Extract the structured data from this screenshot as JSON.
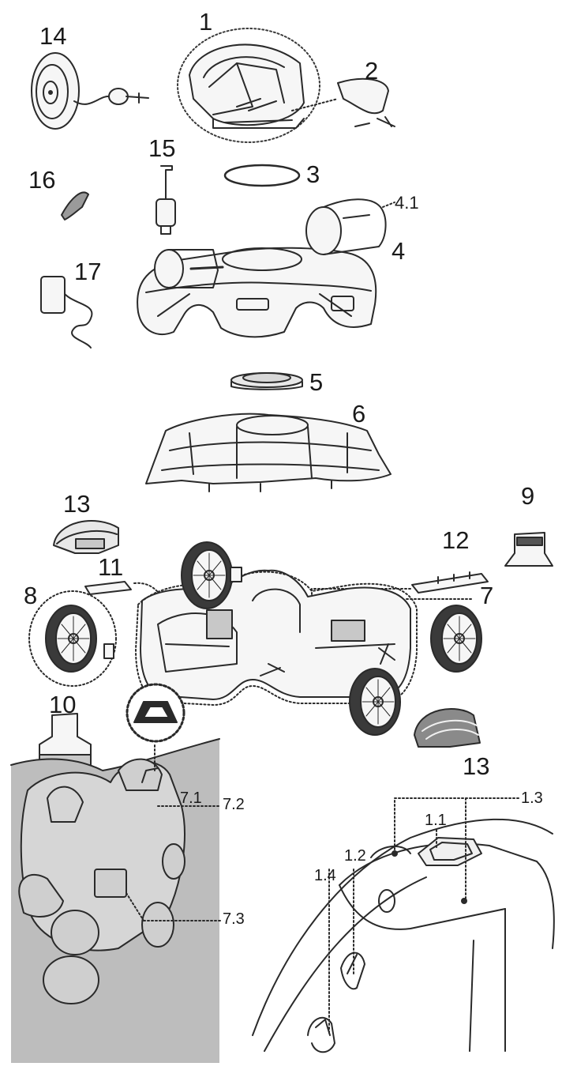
{
  "labels": {
    "p1": "1",
    "p2": "2",
    "p3": "3",
    "p4": "4",
    "p4_1": "4.1",
    "p5": "5",
    "p6": "6",
    "p7": "7",
    "p8": "8",
    "p9": "9",
    "p10": "10",
    "p11": "11",
    "p12": "12",
    "p13a": "13",
    "p13b": "13",
    "p14": "14",
    "p15": "15",
    "p16": "16",
    "p17": "17",
    "p7_1": "7.1",
    "p7_2": "7.2",
    "p7_3": "7.3",
    "p1_1": "1.1",
    "p1_2": "1.2",
    "p1_3": "1.3",
    "p1_4": "1.4"
  },
  "colors": {
    "line": "#2a2a2a",
    "dotted": "#3a3a3a",
    "panel_fill": "#bdbdbd",
    "part_fill": "#f6f6f6",
    "tire_fill": "#3a3a3a"
  },
  "icons": {
    "p14": "remote-caddy-icon",
    "p15": "float-switch-icon",
    "p16": "handle-clip-icon",
    "p17": "power-adapter-icon"
  }
}
